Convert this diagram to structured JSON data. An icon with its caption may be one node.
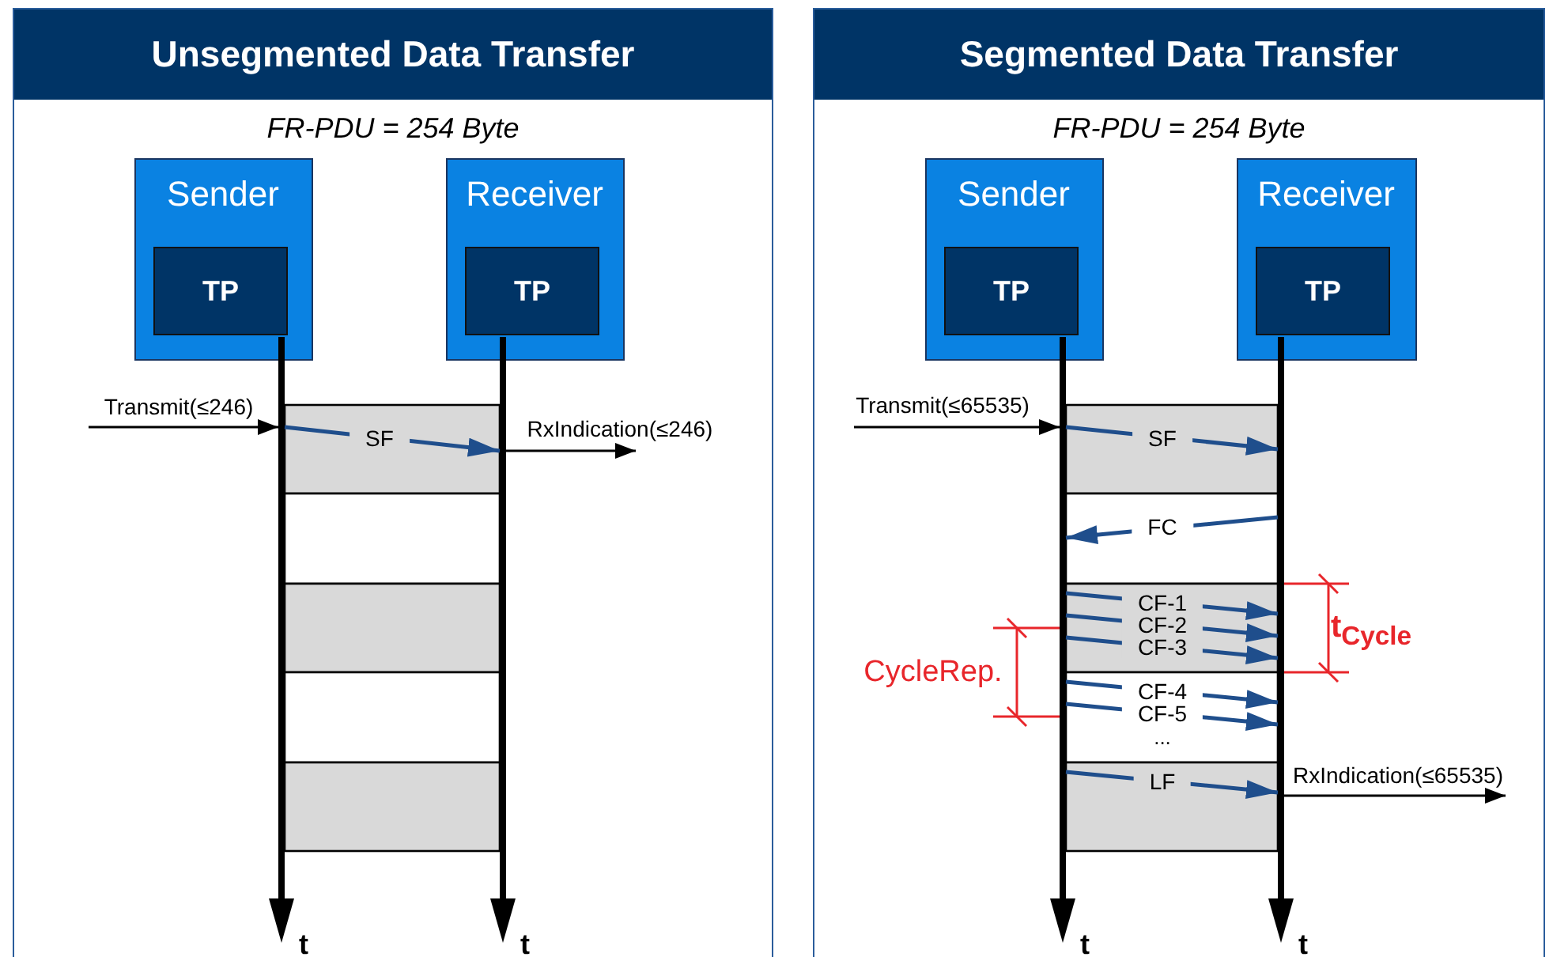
{
  "diagram": {
    "nodes": [
      {
        "text": [
          "Unsegmented Data Transfer",
          "FR-PDU = 254 Byte"
        ]
      },
      {
        "text": [
          "Sender"
        ],
        "in": 0
      },
      {
        "text": [
          "TP"
        ],
        "in": 1
      },
      {
        "text": [
          "Receiver"
        ],
        "in": 0
      },
      {
        "text": [
          "TP"
        ],
        "in": 3
      },
      {
        "text": [],
        "shape": "bar",
        "in": 0
      },
      {
        "text": [],
        "shape": "bar",
        "in": 0
      },
      {
        "text": [
          "Segmented Data Transfer",
          "FR-PDU = 254 Byte"
        ]
      },
      {
        "text": [
          "Sender"
        ],
        "in": 7
      },
      {
        "text": [
          "TP"
        ],
        "in": 8
      },
      {
        "text": [
          "Receiver"
        ],
        "in": 7
      },
      {
        "text": [
          "TP"
        ],
        "in": 10
      },
      {
        "text": [],
        "shape": "bar",
        "in": 7
      },
      {
        "text": [],
        "shape": "bar",
        "in": 7
      }
    ],
    "edges": [
      {
        "from": null,
        "to": 5,
        "arrow": "to",
        "label": "Transmit(≤246)",
        "color": "#000000"
      },
      {
        "from": 5,
        "to": 6,
        "arrow": "to",
        "label": "SF"
      },
      {
        "from": 6,
        "to": null,
        "arrow": "to",
        "label": "RxIndication(≤246)",
        "color": "#000000"
      },
      {
        "from": null,
        "to": 12,
        "arrow": "to",
        "label": "Transmit(≤65535)",
        "color": "#000000"
      },
      {
        "from": 12,
        "to": 13,
        "arrow": "to",
        "label": "SF"
      },
      {
        "from": 13,
        "to": 12,
        "arrow": "to",
        "label": "FC"
      },
      {
        "from": 12,
        "to": 13,
        "arrow": "to",
        "label": "CF-1"
      },
      {
        "from": 12,
        "to": 13,
        "arrow": "to",
        "label": "CF-2"
      },
      {
        "from": 12,
        "to": 13,
        "arrow": "to",
        "label": "CF-3"
      },
      {
        "from": 12,
        "to": 13,
        "arrow": "to",
        "label": "CF-4"
      },
      {
        "from": 12,
        "to": 13,
        "arrow": "to",
        "label": "CF-5"
      },
      {
        "from": 12,
        "to": 13,
        "arrow": "to",
        "label": "LF"
      },
      {
        "from": 13,
        "to": null,
        "arrow": "to",
        "label": "RxIndication(≤65535)",
        "color": "#000000"
      }
    ],
    "labels": [
      "t",
      "t",
      "CycleRep.",
      "t$_{Cycle}$",
      "...",
      "t",
      "t"
    ]
  }
}
